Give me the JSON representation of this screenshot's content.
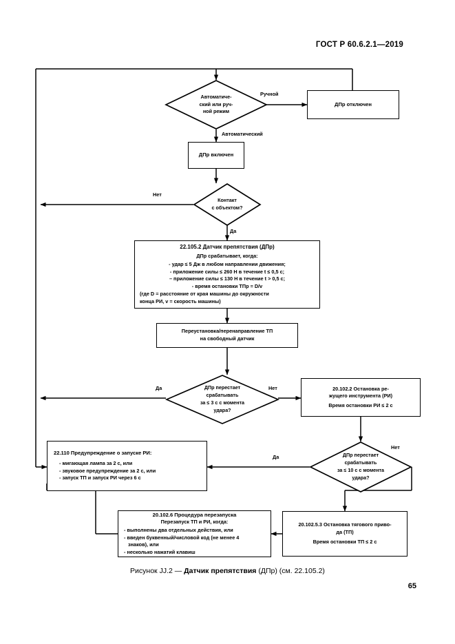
{
  "page": {
    "standard_header": "ГОСТ Р 60.6.2.1—2019",
    "page_number": "65",
    "figure_caption_prefix": "Рисунок JJ.2 — ",
    "figure_caption_bold": "Датчик препятствия",
    "figure_caption_suffix": " (ДПр) (см. 22.105.2)"
  },
  "chart_data": {
    "type": "diagram",
    "title": "Рисунок JJ.2 — Датчик препятствия (ДПр) (см. 22.105.2)",
    "nodes": [
      {
        "id": "d1",
        "shape": "decision",
        "text": "Автоматический или ручной режим"
      },
      {
        "id": "b1",
        "shape": "process",
        "text": "ДПр отключен"
      },
      {
        "id": "b2",
        "shape": "process",
        "text": "ДПр включен"
      },
      {
        "id": "d2",
        "shape": "decision",
        "text": "Контакт с объектом?"
      },
      {
        "id": "b3",
        "shape": "process",
        "text": "22.105.2 Датчик препятствия (ДПр)"
      },
      {
        "id": "b4",
        "shape": "process",
        "text": "Переустановка/перенаправление ТП на свободный датчик"
      },
      {
        "id": "d3",
        "shape": "decision",
        "text": "ДПр перестает срабатывать за ≤ 3 с с момента удара?"
      },
      {
        "id": "b5",
        "shape": "process",
        "text": "20.102.2 Остановка режущего инструмента (РИ)"
      },
      {
        "id": "d4",
        "shape": "decision",
        "text": "ДПр перестает срабатывать за ≤ 10 с с момента удара?"
      },
      {
        "id": "b6",
        "shape": "process",
        "text": "22.110 Предупреждение о запуске РИ"
      },
      {
        "id": "b7",
        "shape": "process",
        "text": "20.102.6 Процедура перезапуска"
      },
      {
        "id": "b8",
        "shape": "process",
        "text": "20.102.5.3 Остановка тягового привода (ТП)"
      }
    ],
    "edges": [
      {
        "from": "d1",
        "to": "b1",
        "label": "Ручной"
      },
      {
        "from": "d1",
        "to": "b2",
        "label": "Автоматический"
      },
      {
        "from": "b2",
        "to": "d2",
        "label": ""
      },
      {
        "from": "d2",
        "to": "b3",
        "label": "Да"
      },
      {
        "from": "d2",
        "to": "d1",
        "label": "Нет"
      },
      {
        "from": "b3",
        "to": "b4",
        "label": ""
      },
      {
        "from": "b4",
        "to": "d3",
        "label": ""
      },
      {
        "from": "d3",
        "to": "d1",
        "label": "Да"
      },
      {
        "from": "d3",
        "to": "b5",
        "label": "Нет"
      },
      {
        "from": "b5",
        "to": "d4",
        "label": ""
      },
      {
        "from": "d4",
        "to": "b6",
        "label": "Да"
      },
      {
        "from": "d4",
        "to": "b8",
        "label": "Нет"
      },
      {
        "from": "b8",
        "to": "b7",
        "label": ""
      },
      {
        "from": "b7",
        "to": "b6",
        "label": ""
      }
    ]
  },
  "nodes": {
    "mode_decision": {
      "line1": "Автоматиче-",
      "line2": "ский или руч-",
      "line3": "ной режим"
    },
    "dpr_off": {
      "title": "ДПр отключен"
    },
    "dpr_on": {
      "title": "ДПр включен"
    },
    "contact_decision": {
      "line1": "Контакт",
      "line2": "с объектом?"
    },
    "sensor_block": {
      "title": "22.105.2 Датчик препятствия (ДПр)",
      "subtitle": "ДПр срабатывает, когда:",
      "items": [
        "- удар ≤ 5 Дж в любом направлении движения;",
        "- приложение силы ≤ 260 Н в течение t ≤ 0,5 с;",
        "– приложение силы ≤ 130 Н в течение t > 0,5 с;",
        "- время остановки ТПр = D/v"
      ],
      "note1": "(где D = расстояние от края машины до окружности",
      "note2": "конца РИ, v = скорость машины)"
    },
    "reset_block": {
      "line1": "Переустановка/перенаправление ТП",
      "line2": "на свободный датчик"
    },
    "stop3_decision": {
      "line1": "ДПр перестает",
      "line2": "срабатывать",
      "line3": "за ≤ 3 с с момента",
      "line4": "удара?"
    },
    "cutting_stop": {
      "line1": "20.102.2 Остановка ре-",
      "line2": "жущего инструмента (РИ)",
      "line3": "Время остановки РИ ≤ 2 с"
    },
    "stop10_decision": {
      "line1": "ДПр перестает",
      "line2": "срабатывать",
      "line3": "за  ≤ 10 с с момента",
      "line4": "удара?"
    },
    "warning_block": {
      "title": "22.110 Предупреждение о запуске РИ:",
      "items": [
        "- мигающая лампа за 2 с, или",
        "- звуковое предупреждение за 2 с, или",
        "- запуск ТП и запуск РИ через 6 с"
      ]
    },
    "restart_block": {
      "title": "20.102.6 Процедура перезапуска",
      "subtitle": "Перезапуск ТП и РИ, когда:",
      "items": [
        "- выполнены два отдельных действия, или",
        "- введен буквенный/числовой код (не менее 4",
        "знаков), или",
        "- несколько нажатий клавиш"
      ]
    },
    "traction_stop": {
      "line1": "20.102.5.3 Остановка тягового приво-",
      "line2": "да (ТП)",
      "line3": "Время остановки ТП ≤ 2 с"
    }
  },
  "edge_labels": {
    "manual": "Ручной",
    "automatic": "Автоматический",
    "no_contact": "Нет",
    "yes_contact": "Да",
    "yes_stop3": "Да",
    "no_stop3": "Нет",
    "yes_stop10": "Да",
    "no_stop10": "Нет"
  },
  "colors": {
    "stroke": "#000000",
    "background": "#ffffff"
  }
}
